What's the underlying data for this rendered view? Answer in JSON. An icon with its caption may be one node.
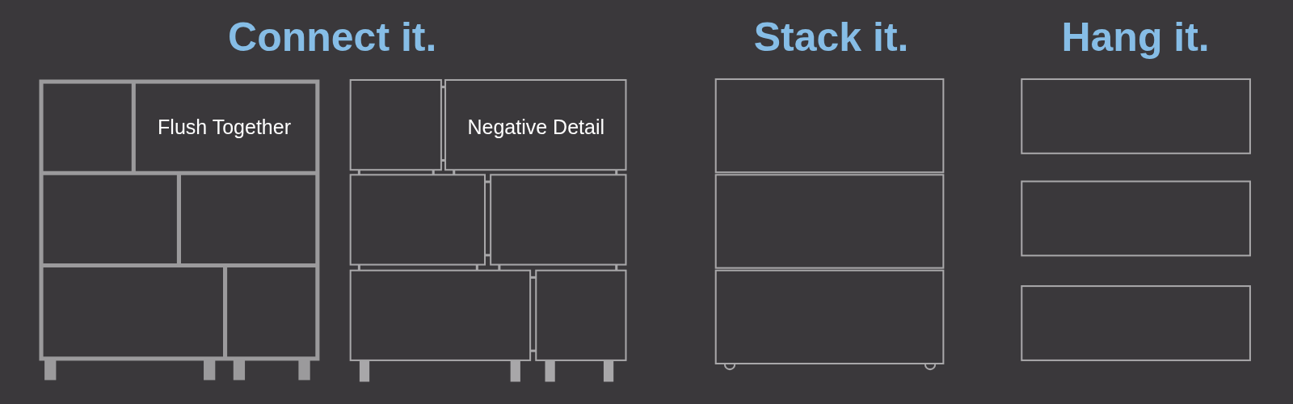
{
  "diagram": {
    "labels": [
      "Connect it.",
      "Stack it.",
      "Hang it.",
      "Flush Together",
      "Negative Detail"
    ]
  }
}
